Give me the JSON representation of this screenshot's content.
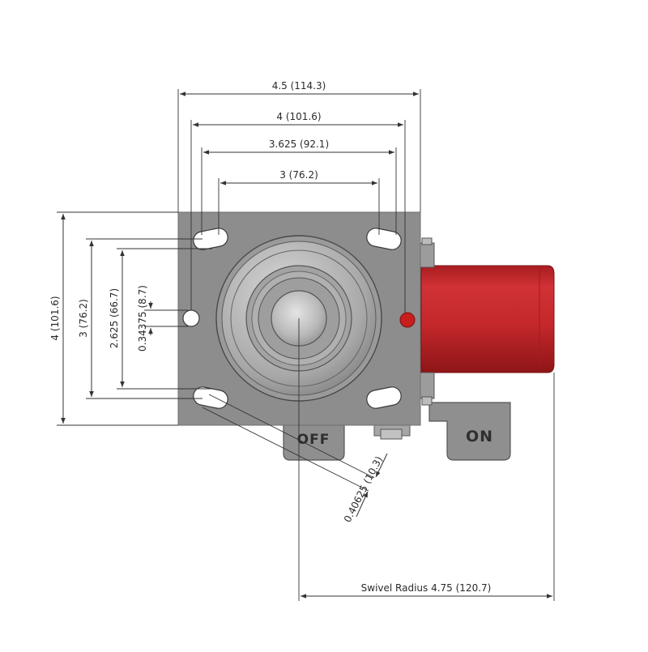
{
  "dimensions": {
    "overall_width": "4.5 (114.3)",
    "bolt_spread_outer": "4 (101.6)",
    "bolt_spread_mid": "3.625 (92.1)",
    "bolt_spread_inner": "3 (76.2)",
    "plate_height": "4 (101.6)",
    "bolt_height_outer": "3 (76.2)",
    "bolt_height_inner": "2.625 (66.7)",
    "hole_offset": "0.34375 (8.7)",
    "slot_width": "0.40625 (10.3)",
    "swivel_radius": "Swivel Radius 4.75 (120.7)"
  },
  "brake_labels": {
    "off": "OFF",
    "on": "ON"
  },
  "colors": {
    "plate": "#8d8d8d",
    "wheel": "#c8282a",
    "dimension_line": "#333333",
    "red_marker": "#c81e1e"
  }
}
